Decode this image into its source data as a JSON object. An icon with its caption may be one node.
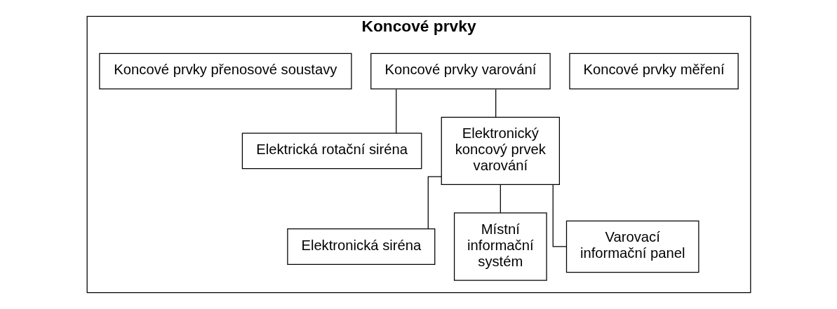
{
  "diagram": {
    "nodes": [
      {
        "text": [
          "Koncové prvky"
        ]
      },
      {
        "text": [
          "Koncové prvky měření"
        ],
        "in": 0
      },
      {
        "text": [
          "Koncové prvky varování"
        ],
        "in": 0
      },
      {
        "text": [
          "Koncové prvky přenosové soustavy"
        ],
        "in": 0
      },
      {
        "text": [
          "Elektrická rotační siréna"
        ],
        "in": 0
      },
      {
        "text": [
          "Elektronický koncový prvek varování"
        ],
        "in": 0
      },
      {
        "text": [
          "Elektronická siréna"
        ],
        "in": 0
      },
      {
        "text": [
          "Místní informační systém"
        ],
        "in": 0
      },
      {
        "text": [
          "Varovací informační panel"
        ],
        "in": 0
      }
    ],
    "edges": [
      {
        "from": 2,
        "to": 4,
        "arrow": "none"
      },
      {
        "from": 2,
        "to": 5,
        "arrow": "none"
      },
      {
        "from": 5,
        "to": 6,
        "arrow": "none"
      },
      {
        "from": 5,
        "to": 7,
        "arrow": "none"
      },
      {
        "from": 5,
        "to": 8,
        "arrow": "none"
      }
    ]
  }
}
